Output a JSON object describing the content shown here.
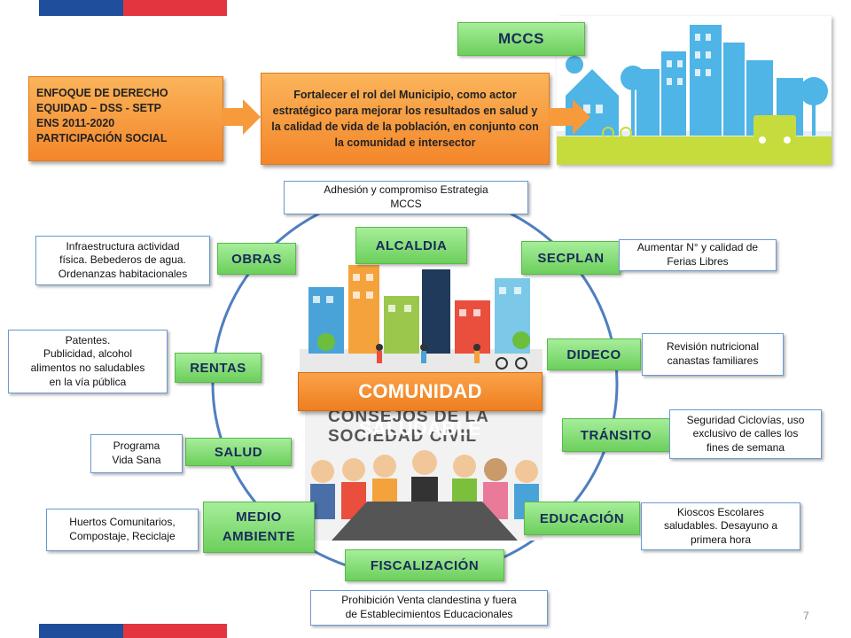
{
  "header": {
    "mccs_label": "MCCS"
  },
  "left_box": {
    "lines": [
      "ENFOQUE DE DERECHO",
      "EQUIDAD – DSS - SETP",
      "ENS 2011-2020",
      "PARTICIPACIÓN SOCIAL"
    ]
  },
  "center_box": {
    "text": "Fortalecer el rol del Municipio, como actor estratégico para mejorar los resultados en salud y la calidad de vida de la población, en conjunto con la comunidad e intersector"
  },
  "center": {
    "title": "COMUNIDAD SALUDABLE",
    "poster_line1": "CONSEJOS DE LA",
    "poster_line2": "SOCIEDAD CIVIL"
  },
  "departments": {
    "alcaldia": "ALCALDIA",
    "secplan": "SECPLAN",
    "dideco": "DIDECO",
    "transito": "TRÁNSITO",
    "educacion": "EDUCACIÓN",
    "fiscalizacion": "FISCALIZACIÓN",
    "medio_ambiente": "MEDIO\nAMBIENTE",
    "salud": "SALUD",
    "rentas": "RENTAS",
    "obras": "OBRAS"
  },
  "notes": {
    "alcaldia": "Adhesión y compromiso Estrategia\nMCCS",
    "secplan": "Aumentar N° y calidad de\nFerias Libres",
    "dideco": "Revisión nutricional\ncanastas familiares",
    "transito": "Seguridad Ciclovías, uso\nexclusivo de calles los\nfines de semana",
    "educacion": "Kioscos Escolares\nsaludables. Desayuno a\nprimera hora",
    "fiscalizacion": "Prohibición Venta clandestina y fuera\nde Establecimientos Educacionales",
    "medio_ambiente": "Huertos Comunitarios,\nCompostaje, Reciclaje",
    "salud": "Programa\nVida Sana",
    "rentas": "Patentes.\nPublicidad, alcohol\nalimentos no saludables\nen la vía pública",
    "obras": "Infraestructura actividad\nfísica. Bebederos de agua.\nOrdenanzas habitacionales"
  },
  "page_number": "7",
  "colors": {
    "brand_blue": "#1f4e9c",
    "brand_red": "#e3353f",
    "orange": "#f4862a",
    "green": "#6ccf5c",
    "circle": "#4f7fbf"
  }
}
